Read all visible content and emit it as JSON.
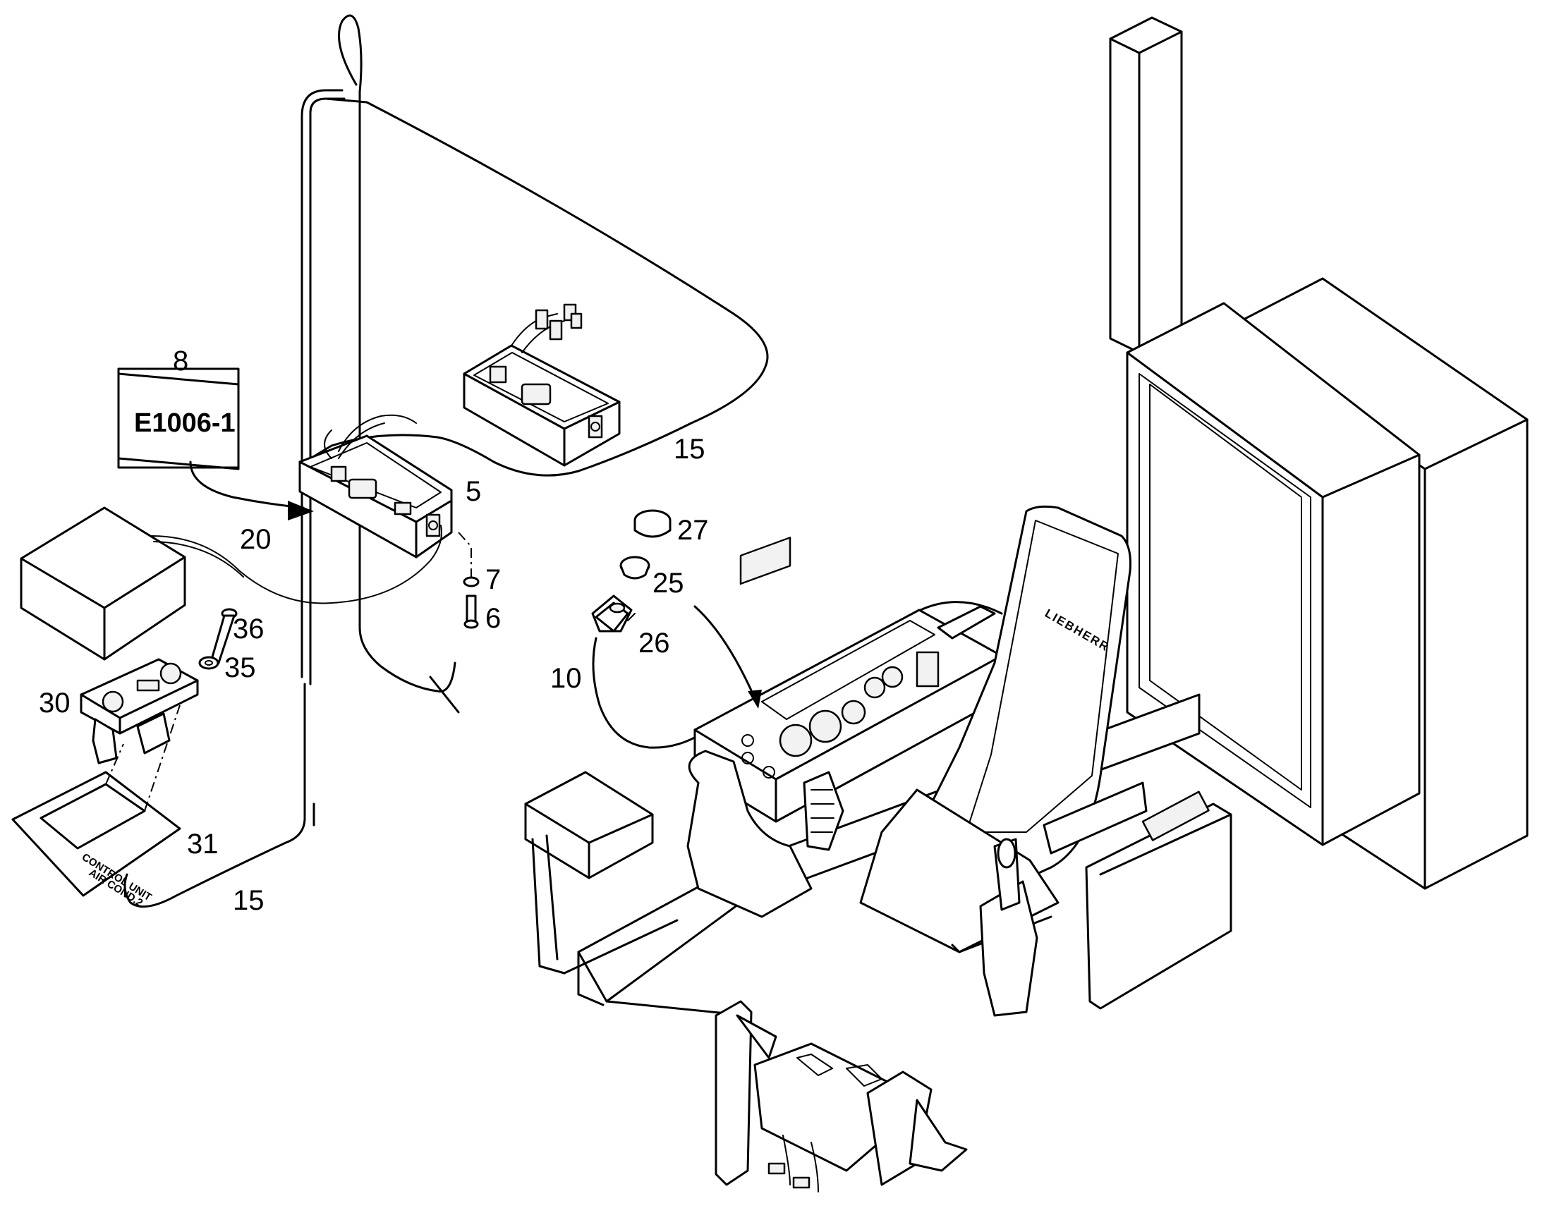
{
  "callouts": {
    "c5": "5",
    "c6": "6",
    "c7": "7",
    "c8": "8",
    "c10": "10",
    "c15a": "15",
    "c15b": "15",
    "c20": "20",
    "c25": "25",
    "c26": "26",
    "c27": "27",
    "c30": "30",
    "c31": "31",
    "c35": "35",
    "c36": "36"
  },
  "reference_label": "E1006-1",
  "nameplate": {
    "line1": "CONTROL UNIT",
    "line2": "AIR COND.2"
  },
  "seat_brand": "LIEBHERR"
}
